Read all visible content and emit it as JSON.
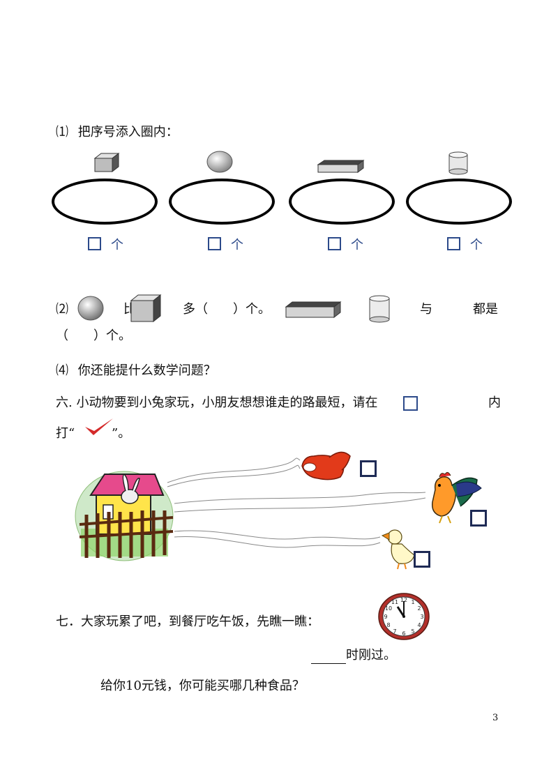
{
  "q1": {
    "label": "⑴",
    "text": "把序号添入圈内：",
    "unit": "个"
  },
  "q2": {
    "label": "⑵",
    "word_bi": "比",
    "text_more": "多（　　）个。",
    "word_yu": "与",
    "text_both": "都是",
    "line2": "（　　）个。"
  },
  "q4": {
    "label": "⑷",
    "text": "你还能提什么数学问题？"
  },
  "q6": {
    "heading": "六. 小动物要到小兔家玩，小朋友想想谁走的路最短，请在",
    "heading_end": "内",
    "line2_start": "打“",
    "line2_end": "”。"
  },
  "q7": {
    "heading": "七．大家玩累了吧，到餐厅吃午饭，先瞧一瞧：",
    "answer_suffix": "时刚过。",
    "money_question": "给你10元钱，你可能买哪几种食品？"
  },
  "clock": {
    "numerals": [
      "12",
      "1",
      "2",
      "3",
      "4",
      "5",
      "6",
      "7",
      "8",
      "9",
      "10",
      "11"
    ]
  },
  "page_number": "3",
  "colors": {
    "blue_box": "#2c4a8a",
    "navy_box": "#1e2a55",
    "check": "#d42a2a",
    "clock_rim": "#b3302b"
  }
}
